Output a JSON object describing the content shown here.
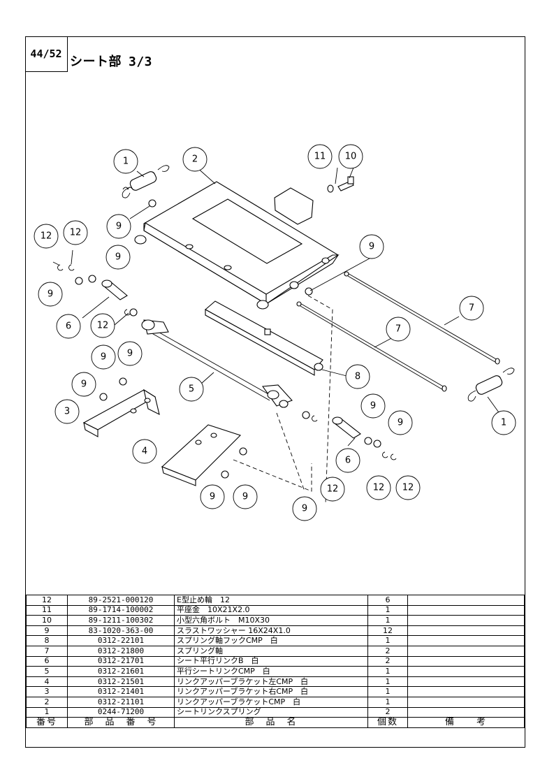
{
  "page": {
    "number": "44/52",
    "title": "シート部",
    "title_suffix": "3/3"
  },
  "callouts": {
    "c1": "1",
    "c2": "2",
    "c3": "3",
    "c4": "4",
    "c5": "5",
    "c6": "6",
    "c7": "7",
    "c8": "8",
    "c9": "9",
    "c10": "10",
    "c11": "11",
    "c12": "12"
  },
  "table": {
    "headers": {
      "no": "番号",
      "part_number": "部　品　番　号",
      "part_name": "部　品　名",
      "qty": "個数",
      "remarks": "備　　考"
    },
    "rows": [
      {
        "no": "12",
        "part_number": "89-2521-000120",
        "name": "E型止め輪　12",
        "qty": "6",
        "remarks": ""
      },
      {
        "no": "11",
        "part_number": "89-1714-100002",
        "name": "平座金　10X21X2.0",
        "qty": "1",
        "remarks": ""
      },
      {
        "no": "10",
        "part_number": "89-1211-100302",
        "name": "小型六角ボルト　M10X30",
        "qty": "1",
        "remarks": ""
      },
      {
        "no": "9",
        "part_number": "83-1020-363-00",
        "name": "スラストワッシャー 16X24X1.0",
        "qty": "12",
        "remarks": ""
      },
      {
        "no": "8",
        "part_number": "0312-22101",
        "name": "スプリング軸フックCMP　白",
        "qty": "1",
        "remarks": ""
      },
      {
        "no": "7",
        "part_number": "0312-21800",
        "name": "スプリング軸",
        "qty": "2",
        "remarks": ""
      },
      {
        "no": "6",
        "part_number": "0312-21701",
        "name": "シート平行リンクB　白",
        "qty": "2",
        "remarks": ""
      },
      {
        "no": "5",
        "part_number": "0312-21601",
        "name": "平行シートリンクCMP　白",
        "qty": "1",
        "remarks": ""
      },
      {
        "no": "4",
        "part_number": "0312-21501",
        "name": "リンクアッパーブラケット左CMP　白",
        "qty": "1",
        "remarks": ""
      },
      {
        "no": "3",
        "part_number": "0312-21401",
        "name": "リンクアッパーブラケット右CMP　白",
        "qty": "1",
        "remarks": ""
      },
      {
        "no": "2",
        "part_number": "0312-21101",
        "name": "リンクアッパーブラケットCMP　白",
        "qty": "1",
        "remarks": ""
      },
      {
        "no": "1",
        "part_number": "0244-71200",
        "name": "シートリンクスプリング",
        "qty": "2",
        "remarks": ""
      }
    ]
  }
}
